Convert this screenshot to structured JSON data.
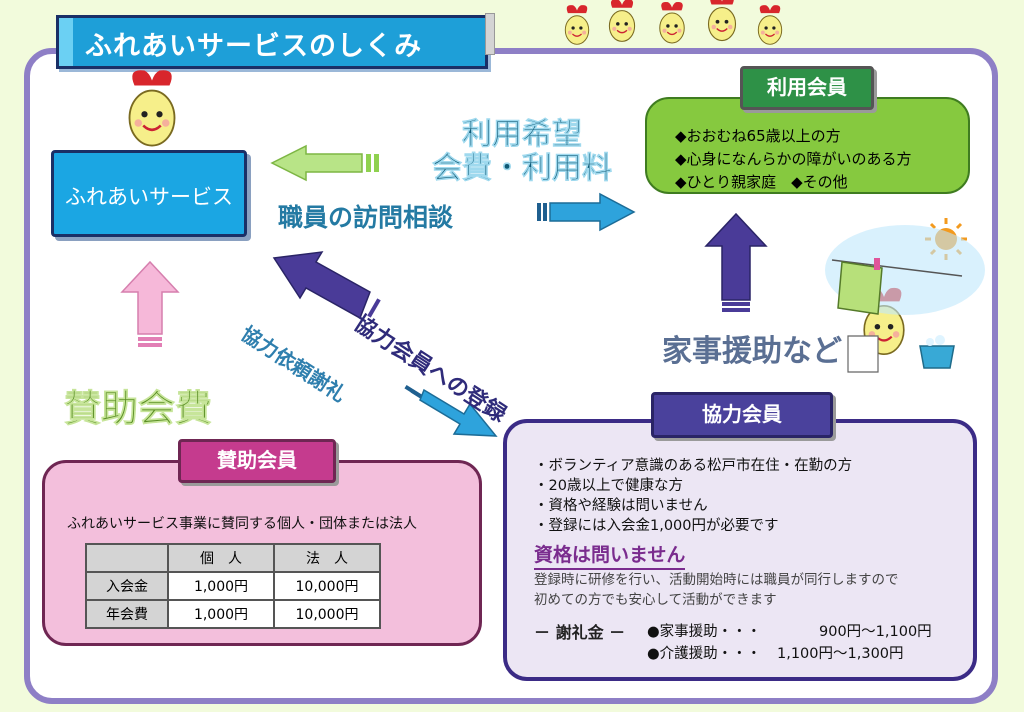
{
  "title": "ふれあいサービスのしくみ",
  "service_box": {
    "label": "ふれあいサービス"
  },
  "user_member": {
    "tab": "利用会員",
    "items": [
      "◆おおむね65歳以上の方",
      "◆心身になんらかの障がいのある方",
      "◆ひとり親家庭　◆その他"
    ]
  },
  "flows": {
    "request_line1": "利用希望",
    "request_line2": "会費・利用料",
    "visit": "職員の訪問相談",
    "assistance": "家事援助など",
    "sponsor_fee": "賛助会費",
    "coop_register": "協力会員への登録",
    "coop_request": "協力依頼謝礼"
  },
  "coop_member": {
    "tab": "協力会員",
    "items": [
      "・ボランティア意識のある松戸市在住・在勤の方",
      "・20歳以上で健康な方",
      "・資格や経験は問いません",
      "・登録には入会金1,000円が必要です"
    ],
    "headline": "資格は問いません",
    "note_line1": "登録時に研修を行い、活動開始時には職員が同行しますので",
    "note_line2": "初めての方でも安心して活動ができます",
    "fee_label": "－ 謝礼金 －",
    "fees": [
      {
        "name": "●家事援助・・・",
        "amount": "900円～1,100円"
      },
      {
        "name": "●介護援助・・・",
        "amount": "1,100円～1,300円"
      }
    ]
  },
  "support_member": {
    "tab": "賛助会員",
    "description": "ふれあいサービス事業に賛同する個人・団体または法人",
    "table": {
      "headers": [
        "",
        "個　人",
        "法　人"
      ],
      "rows": [
        [
          "入会金",
          "1,000円",
          "10,000円"
        ],
        [
          "年会費",
          "1,000円",
          "10,000円"
        ]
      ]
    }
  },
  "colors": {
    "frame": "#8e7fc6",
    "title_bg": "#1e9fd8",
    "user_bg": "#86c93f",
    "coop_bg": "#ece6f4",
    "support_bg": "#f3bfdc",
    "arrow_green": "#8fd14f",
    "arrow_blue": "#2ea3dc",
    "arrow_purple": "#4a3b98",
    "arrow_pink": "#f6b8d9"
  },
  "icons": [
    "mascot-icon",
    "sun-icon",
    "laundry-icon",
    "bucket-icon",
    "frying-pan-icon",
    "fork-icon"
  ]
}
